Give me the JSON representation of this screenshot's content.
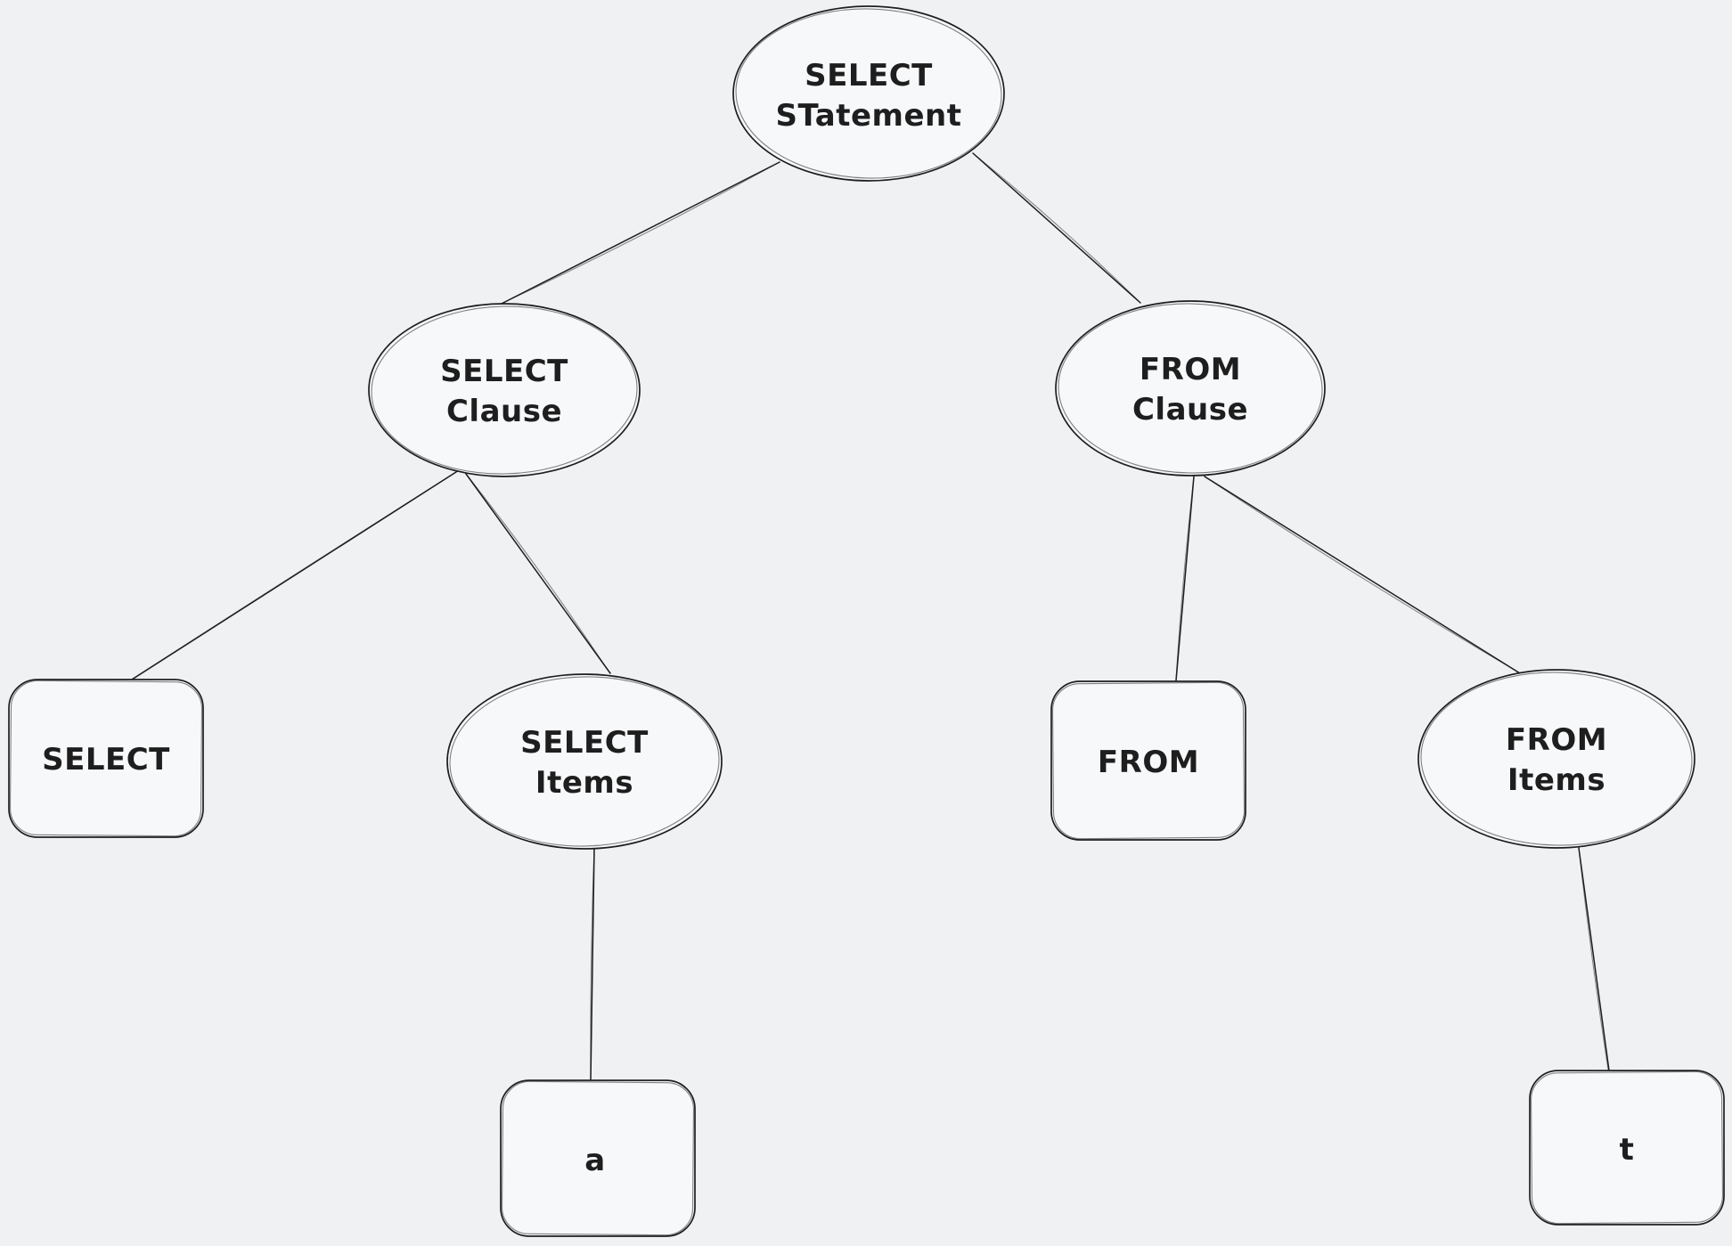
{
  "diagram": {
    "background_color": "#f0f1f3",
    "shape_fill_color": "#f7f8fa",
    "stroke_color": "#1e1e1e",
    "nodes": [
      {
        "id": "select-statement",
        "shape": "ellipse",
        "lines": [
          "SELECT",
          "STatement"
        ]
      },
      {
        "id": "select-clause",
        "shape": "ellipse",
        "lines": [
          "SELECT",
          "Clause"
        ]
      },
      {
        "id": "from-clause",
        "shape": "ellipse",
        "lines": [
          "FROM",
          "Clause"
        ]
      },
      {
        "id": "select-keyword",
        "shape": "rectangle",
        "lines": [
          "SELECT"
        ]
      },
      {
        "id": "select-items",
        "shape": "ellipse",
        "lines": [
          "SELECT",
          "Items"
        ]
      },
      {
        "id": "from-keyword",
        "shape": "rectangle",
        "lines": [
          "FROM"
        ]
      },
      {
        "id": "from-items",
        "shape": "ellipse",
        "lines": [
          "FROM",
          "Items"
        ]
      },
      {
        "id": "select-item-a",
        "shape": "rectangle",
        "lines": [
          "a"
        ]
      },
      {
        "id": "from-item-t",
        "shape": "rectangle",
        "lines": [
          "t"
        ]
      }
    ],
    "edges": [
      {
        "from": "select-statement",
        "to": "select-clause"
      },
      {
        "from": "select-statement",
        "to": "from-clause"
      },
      {
        "from": "select-clause",
        "to": "select-keyword"
      },
      {
        "from": "select-clause",
        "to": "select-items"
      },
      {
        "from": "from-clause",
        "to": "from-keyword"
      },
      {
        "from": "from-clause",
        "to": "from-items"
      },
      {
        "from": "select-items",
        "to": "select-item-a"
      },
      {
        "from": "from-items",
        "to": "from-item-t"
      }
    ]
  }
}
